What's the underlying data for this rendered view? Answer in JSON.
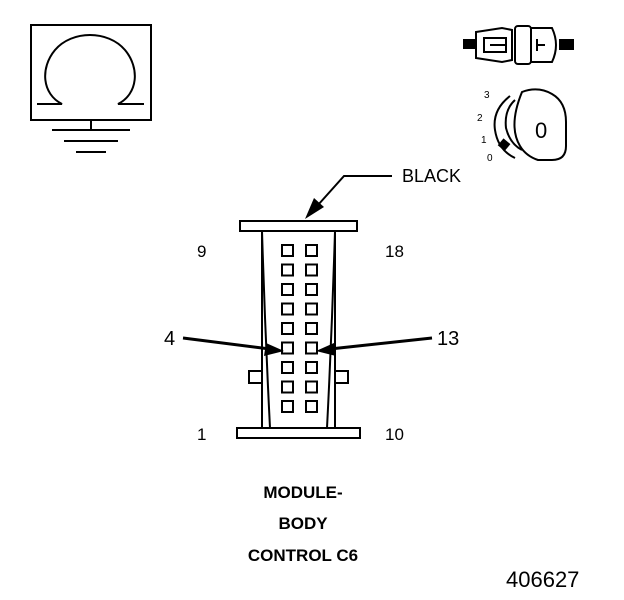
{
  "connector": {
    "wire_color": "BLACK",
    "pin_labels": {
      "top_left": "9",
      "top_right": "18",
      "bottom_left": "1",
      "bottom_right": "10"
    },
    "callouts": {
      "left_pin": "4",
      "right_pin": "13"
    }
  },
  "caption": {
    "line1": "MODULE-",
    "line2": "BODY",
    "line3": "CONTROL C6"
  },
  "figure_number": "406627",
  "ignition_key": {
    "positions": [
      "3",
      "2",
      "1",
      "0"
    ],
    "key_label": "0"
  },
  "icons": {
    "ohmmeter": "ohmmeter-symbol-icon",
    "connector": "inline-connector-icon",
    "key": "ignition-key-icon"
  }
}
